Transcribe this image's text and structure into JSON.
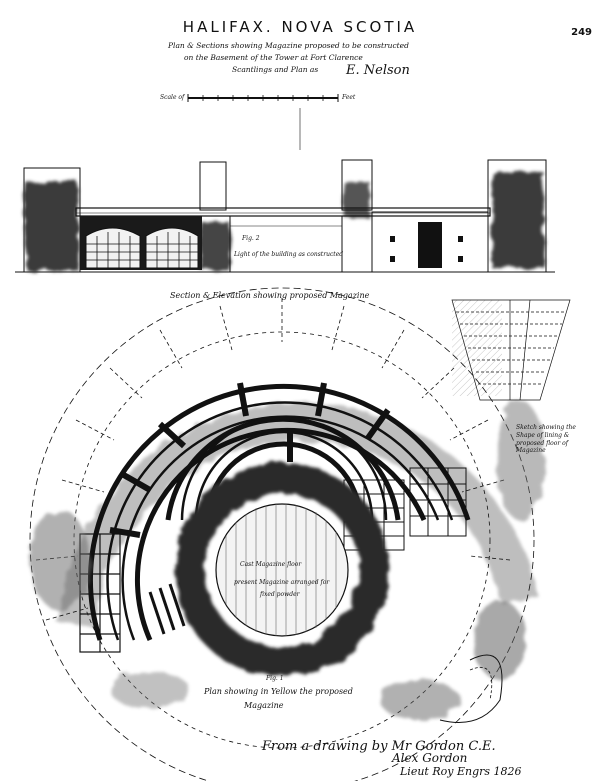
{
  "sheet": {
    "number": "249",
    "title": "HALIFAX. NOVA SCOTIA",
    "subtitle_lines": [
      "Plan & Sections showing Magazine proposed to be constructed",
      "on the Basement of the Tower at Fort Clarence",
      "Scantlings and Plan as"
    ],
    "scale_label_left": "Scale of",
    "scale_label_right": "Feet"
  },
  "signatures": {
    "top_right": "E. Nelson",
    "bottom_line1": "From a drawing by Mr Gordon C.E.",
    "bottom_line2": "Alex Gordon",
    "bottom_line3": "Lieut Roy Engrs 1826"
  },
  "section": {
    "fig_label": "Fig. 2",
    "inner_note": "Light of the building as constructed",
    "caption": "Section & Elevation showing proposed Magazine"
  },
  "plan": {
    "center_note_1": "Cast Magazine floor",
    "center_note_2": "present Magazine arranged for",
    "center_note_3": "fixed powder",
    "fig_label": "Fig. 1",
    "caption_1": "Plan showing in Yellow the proposed",
    "caption_2": "Magazine"
  },
  "detail": {
    "note": "Sketch showing the Shape of lining & proposed floor of Magazine"
  }
}
